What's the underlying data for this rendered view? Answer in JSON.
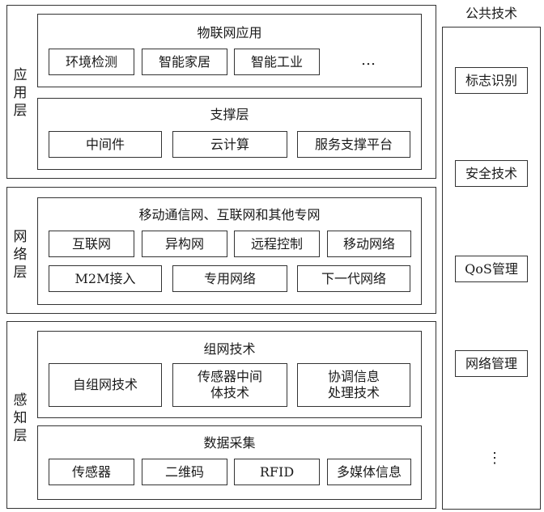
{
  "public_tech": {
    "title": "公共技术",
    "items": [
      "标志识别",
      "安全技术",
      "QoS管理",
      "网络管理"
    ],
    "more": "⋮"
  },
  "layers": {
    "application": {
      "label": [
        "应",
        "用",
        "层"
      ],
      "iot_apps": {
        "title": "物联网应用",
        "items": [
          "环境检测",
          "智能家居",
          "智能工业"
        ],
        "more": "…"
      },
      "support": {
        "title": "支撑层",
        "items": [
          "中间件",
          "云计算",
          "服务支撑平台"
        ]
      }
    },
    "network": {
      "label": [
        "网",
        "络",
        "层"
      ],
      "title": "移动通信网、互联网和其他专网",
      "row1": [
        "互联网",
        "异构网",
        "远程控制",
        "移动网络"
      ],
      "row2": [
        "M2M接入",
        "专用网络",
        "下一代网络"
      ]
    },
    "perception": {
      "label": [
        "感",
        "知",
        "层"
      ],
      "networking": {
        "title": "组网技术",
        "items": [
          "自组网技术",
          "传感器中间\n体技术",
          "协调信息\n处理技术"
        ]
      },
      "collection": {
        "title": "数据采集",
        "items": [
          "传感器",
          "二维码",
          "RFID",
          "多媒体信息"
        ]
      }
    }
  }
}
